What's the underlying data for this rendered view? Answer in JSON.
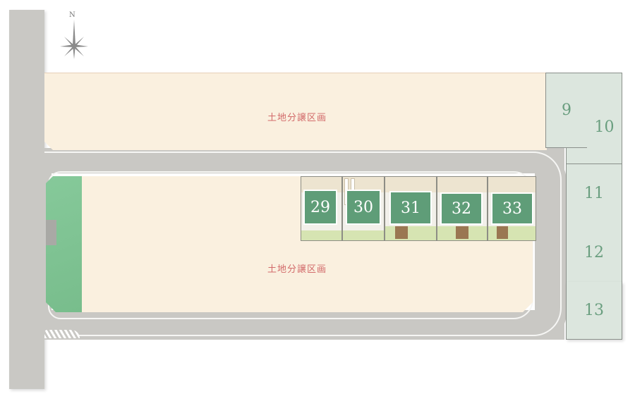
{
  "compass": {
    "label": "N",
    "icon": "compass-rose-icon"
  },
  "areas": {
    "north_block": {
      "label": "土地分譲区画"
    },
    "south_block": {
      "label": "土地分譲区画"
    }
  },
  "side_lots": [
    {
      "number": "9"
    },
    {
      "number": "10"
    },
    {
      "number": "11"
    },
    {
      "number": "12"
    },
    {
      "number": "13"
    }
  ],
  "house_lots": [
    {
      "number": "29"
    },
    {
      "number": "30"
    },
    {
      "number": "31"
    },
    {
      "number": "32"
    },
    {
      "number": "33"
    }
  ],
  "colors": {
    "road": "#c9c8c4",
    "land_for_sale": "#faf0df",
    "side_lot": "#dce6de",
    "lot_number": "#6a9e7f",
    "house_green": "#5f9d78",
    "park": "#7fc493",
    "label_red": "#d26a6a"
  }
}
